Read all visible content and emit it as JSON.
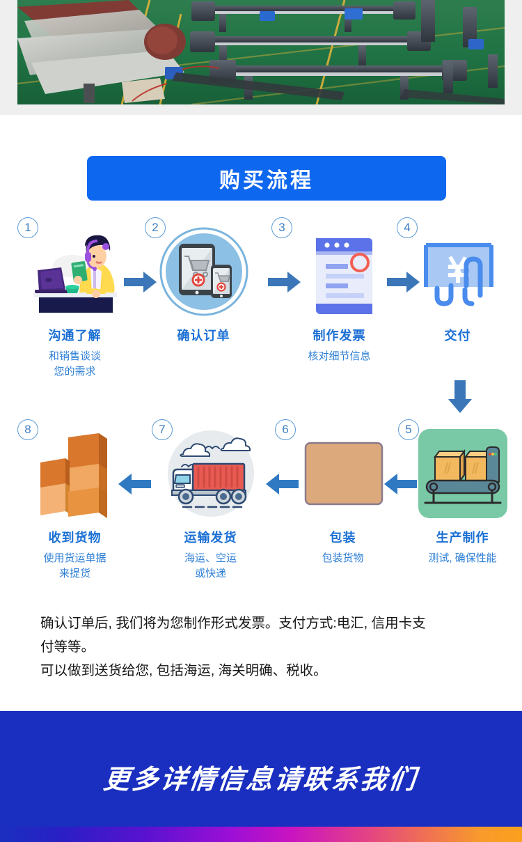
{
  "hero": {
    "name": "factory-production-line-photo",
    "alt": "Factory workshop with green epoxy floor, yellow lane markings and rows of industrial rail machinery"
  },
  "title_banner": {
    "text": "购买流程",
    "background": "#0e67ef",
    "text_color": "#ffffff"
  },
  "flow": {
    "row1": [
      {
        "number": "①",
        "num_text": "1",
        "title": "沟通了解",
        "subtitle": "和销售谈谈\n您的需求",
        "icon": "customer-service-agent-icon"
      },
      {
        "number": "②",
        "num_text": "2",
        "title": "确认订单",
        "subtitle": "",
        "icon": "tablet-phone-shopping-cart-icon"
      },
      {
        "number": "③",
        "num_text": "3",
        "title": "制作发票",
        "subtitle": "核对细节信息",
        "icon": "invoice-document-icon"
      },
      {
        "number": "④",
        "num_text": "4",
        "title": "交付",
        "subtitle": "",
        "icon": "hand-holding-yuan-banknote-icon"
      }
    ],
    "row2": [
      {
        "number": "⑧",
        "num_text": "8",
        "title": "收到货物",
        "subtitle": "使用货运单据\n来提货",
        "icon": "stacked-cartons-icon"
      },
      {
        "number": "⑦",
        "num_text": "7",
        "title": "运输发货",
        "subtitle": "海运、空运\n或快递",
        "icon": "container-truck-icon"
      },
      {
        "number": "⑥",
        "num_text": "6",
        "title": "包装",
        "subtitle": "包装货物",
        "icon": "carton-box-icon"
      },
      {
        "number": "⑤",
        "num_text": "5",
        "title": "生产制作",
        "subtitle": "测试, 确保性能",
        "icon": "conveyor-belt-production-icon"
      }
    ],
    "arrows": {
      "right": "arrow-right-icon",
      "left": "arrow-left-icon",
      "down": "arrow-down-icon",
      "color": "#3b76b8"
    },
    "label_color": "#1a6fd4",
    "sub_color": "#2d7fd6",
    "number_color": "#3f7fc1"
  },
  "paragraph": {
    "line1": "确认订单后, 我们将为您制作形式发票。支付方式:电汇, 信用卡支",
    "line2": "付等等。",
    "line3": "可以做到送货给您, 包括海运, 海关明确、税收。"
  },
  "bottom_banner": {
    "text": "更多详情信息请联系我们",
    "background": "#1a2fc0",
    "text_color": "#ffffff",
    "gradient_strip": [
      "#1a2fc0",
      "#5a12d0",
      "#c914c0",
      "#e03a8e",
      "#fba01e"
    ]
  }
}
